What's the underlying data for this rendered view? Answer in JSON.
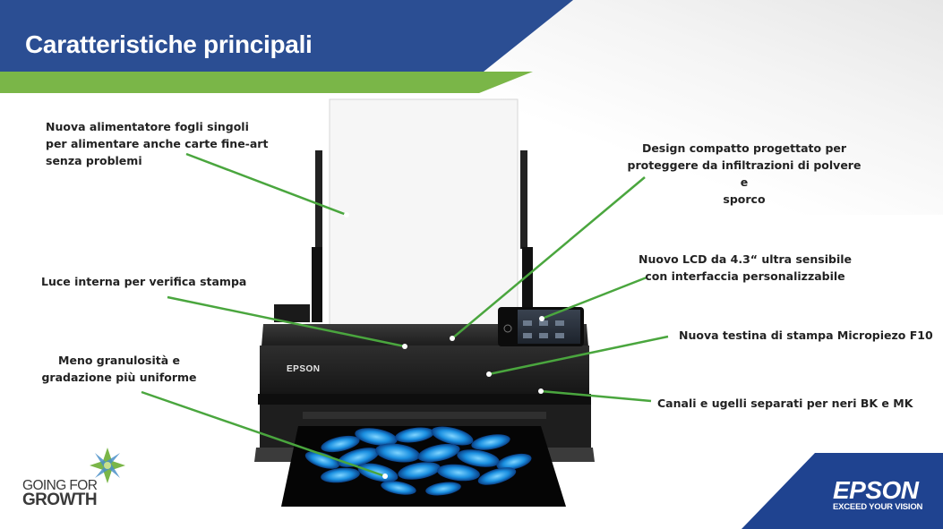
{
  "header": {
    "title": "Caratteristiche principali",
    "colors": {
      "band": "#2b4e93",
      "accent": "#7ab648"
    }
  },
  "annotations": [
    {
      "id": "sheet-feeder",
      "lines": [
        "Nuova alimentatore fogli singoli",
        "per alimentare anche carte fine-art",
        "senza problemi"
      ]
    },
    {
      "id": "compact-design",
      "lines": [
        "Design compatto progettato per",
        "proteggere da infiltrazioni di polvere e",
        "sporco"
      ]
    },
    {
      "id": "internal-light",
      "lines": [
        "Luce interna per verifica stampa"
      ]
    },
    {
      "id": "lcd",
      "lines": [
        "Nuovo LCD da 4.3“  ultra sensibile",
        "con interfaccia personalizzabile"
      ]
    },
    {
      "id": "printhead",
      "lines": [
        "Nuova testina di stampa Micropiezo F10"
      ]
    },
    {
      "id": "grain",
      "lines": [
        "Meno granulosità e",
        "gradazione più uniforme"
      ]
    },
    {
      "id": "channels",
      "lines": [
        "Canali e ugelli separati per neri BK e MK"
      ]
    }
  ],
  "printer": {
    "brand_label": "EPSON",
    "icon": "photo-printer-icon"
  },
  "footer": {
    "growth_line1": "GOING FOR",
    "growth_line2": "GROWTH",
    "growth_icon": "star-leaf-icon",
    "epson_logo": "EPSON",
    "epson_tagline": "EXCEED YOUR VISION",
    "colors": {
      "corner": "#1f4390"
    }
  }
}
